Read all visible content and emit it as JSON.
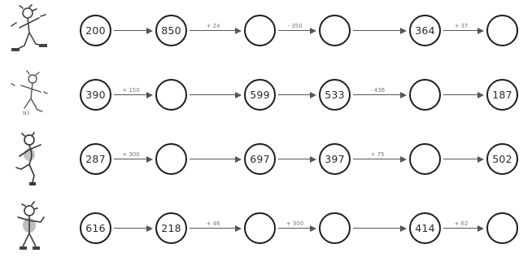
{
  "rows": [
    {
      "figure": "child-illustration-icon",
      "nodes": [
        "200",
        "850",
        "",
        "",
        "364",
        ""
      ],
      "operations": [
        "",
        "+ 24",
        "- 350",
        "",
        "+ 37"
      ]
    },
    {
      "figure": "child-illustration-icon",
      "nodes": [
        "390",
        "",
        "599",
        "533",
        "",
        "187"
      ],
      "operations": [
        "+ 150",
        "",
        "",
        "- 436",
        ""
      ]
    },
    {
      "figure": "child-illustration-icon",
      "nodes": [
        "287",
        "",
        "697",
        "397",
        "",
        "502"
      ],
      "operations": [
        "+ 300",
        "",
        "",
        "+ 75",
        ""
      ]
    },
    {
      "figure": "child-illustration-icon",
      "nodes": [
        "616",
        "218",
        "",
        "",
        "414",
        ""
      ],
      "operations": [
        "",
        "+ 46",
        "+ 300",
        "",
        "+ 62"
      ]
    }
  ]
}
